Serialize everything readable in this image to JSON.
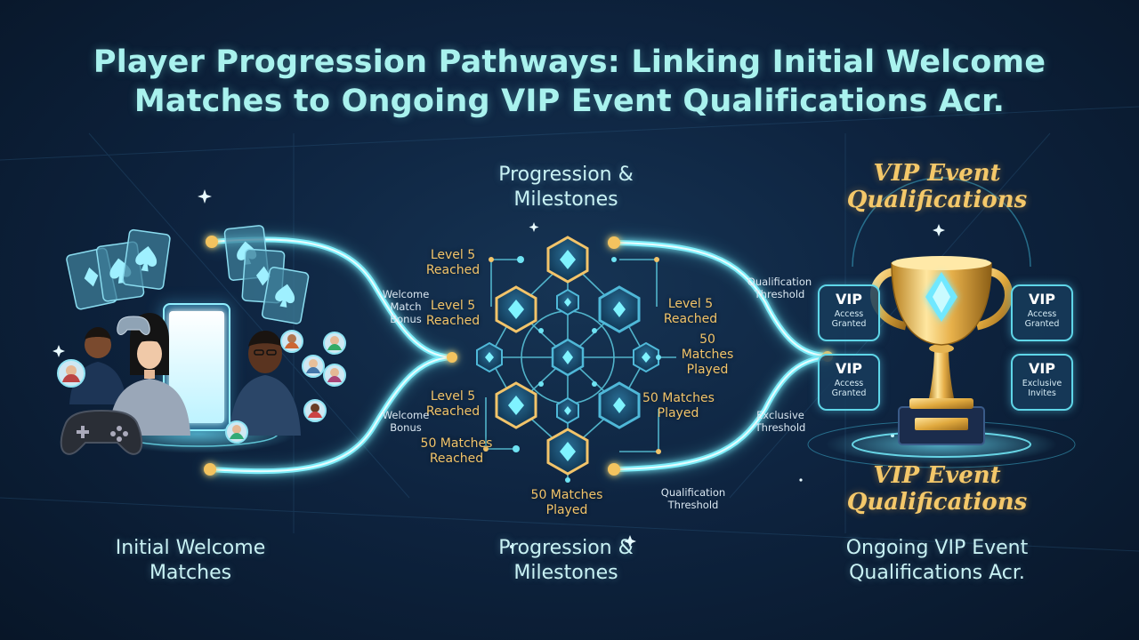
{
  "title": {
    "line1": "Player Progression Pathways: Linking Initial Welcome",
    "line2": "Matches to Ongoing VIP Event Qualifications Acr."
  },
  "sections": {
    "initial": "Initial Welcome\nMatches",
    "progression_top": "Progression &\nMilestones",
    "progression_bottom": "Progression &\nMilestones",
    "ongoing": "Ongoing VIP Event\nQualifications Acr."
  },
  "milestones": {
    "left_1": "Level 5\nReached",
    "left_2": "Level 5\nReached",
    "left_3": "Level 5\nReached",
    "left_4": "50 Matches\nReached",
    "right_1": "Level 5\nReached",
    "right_2": "50\nMatches\nPlayed",
    "right_3": "50 Matches\nPlayed",
    "bottom": "50 Matches\nPlayed"
  },
  "path_labels": {
    "welcome_match_bonus": "Welcome\nMatch\nBonus",
    "welcome_bonus": "Welcome\nBonus",
    "qualification_threshold_top": "Qualification\nThreshold",
    "exclusive_threshold": "Exclusive\nThreshold",
    "qualification_threshold_bottom": "Qualification\nThreshold"
  },
  "vip": {
    "script_top": "VIP Event\nQualifications",
    "script_bottom": "VIP Event\nQualifications",
    "badges": [
      {
        "title": "VIP",
        "sub": "Access\nGranted"
      },
      {
        "title": "VIP",
        "sub": "Access\nGranted"
      },
      {
        "title": "VIP",
        "sub": "Access\nGranted"
      },
      {
        "title": "VIP",
        "sub": "Exclusive\nInvites"
      }
    ]
  },
  "colors": {
    "accent_cyan": "#5fe3f0",
    "gold": "#f2c46a",
    "background": "#0e2440"
  }
}
